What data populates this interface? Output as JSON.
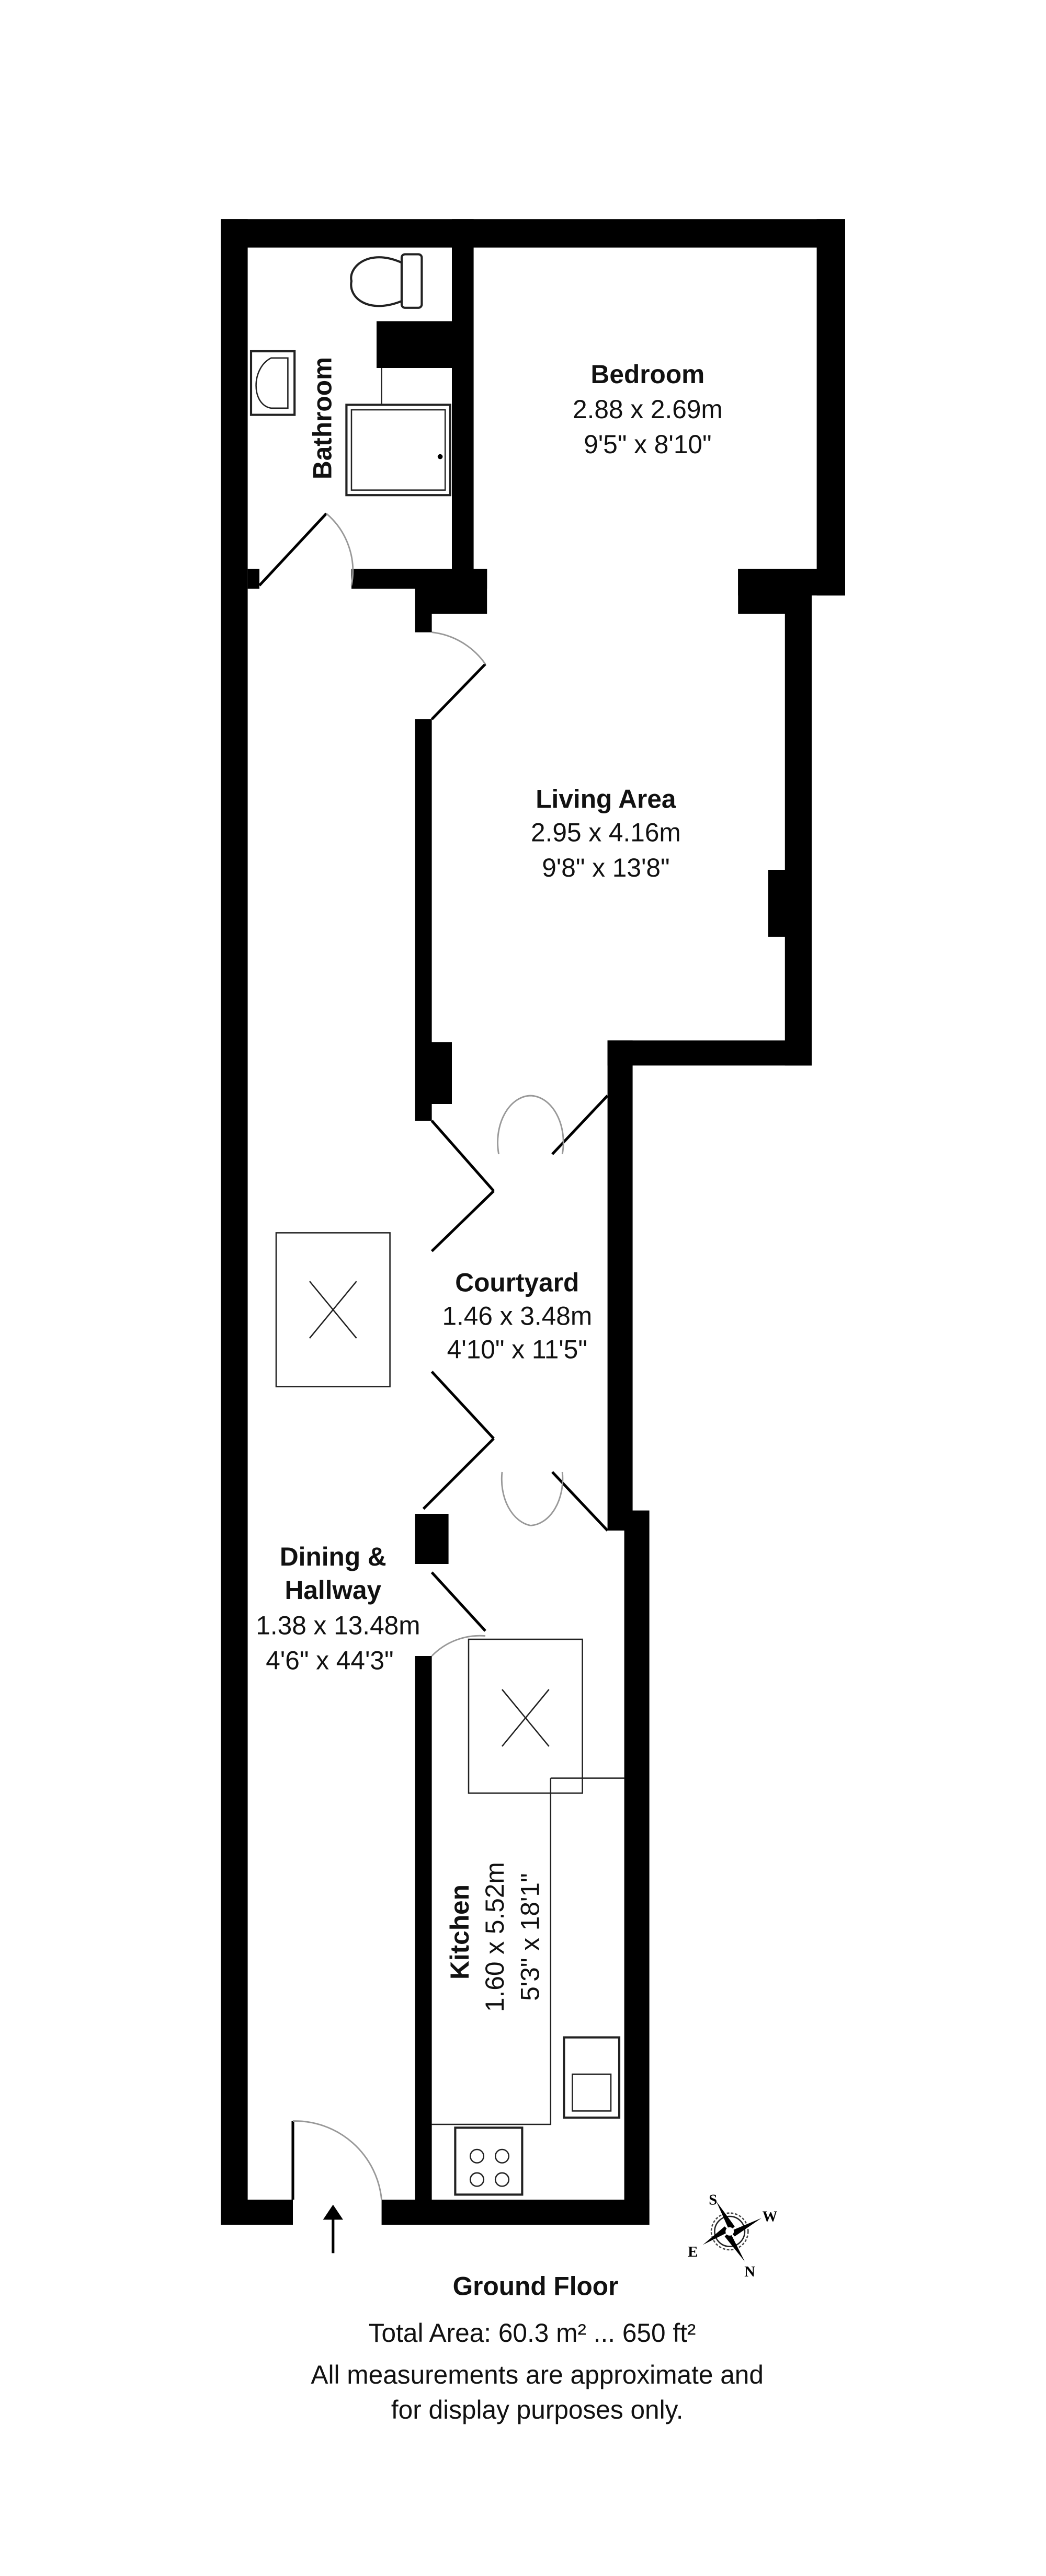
{
  "rooms": {
    "bathroom": {
      "name": "Bathroom"
    },
    "bedroom": {
      "name": "Bedroom",
      "metric": "2.88 x 2.69m",
      "imperial": "9'5\" x 8'10\""
    },
    "living": {
      "name": "Living Area",
      "metric": "2.95 x 4.16m",
      "imperial": "9'8\" x 13'8\""
    },
    "courtyard": {
      "name": "Courtyard",
      "metric": "1.46 x 3.48m",
      "imperial": "4'10\" x 11'5\""
    },
    "dining": {
      "name_line1": "Dining &",
      "name_line2": "Hallway",
      "metric": "1.38 x 13.48m",
      "imperial": "4'6\" x 44'3\""
    },
    "kitchen": {
      "name": "Kitchen",
      "metric": "1.60 x 5.52m",
      "imperial": "5'3\" x 18'1\""
    }
  },
  "footer": {
    "floor": "Ground Floor",
    "total_area": "Total Area: 60.3 m² ... 650 ft²",
    "disclaimer_line1": "All measurements are approximate and",
    "disclaimer_line2": "for display purposes only."
  },
  "compass": {
    "s": "S",
    "w": "W",
    "e": "E",
    "n": "N"
  },
  "colors": {
    "wall": "#000000",
    "text": "#111111"
  }
}
